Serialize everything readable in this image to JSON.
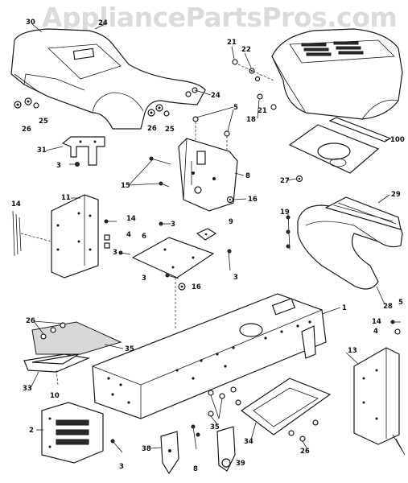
{
  "watermark": "AppliancePartsPros.com",
  "callouts": {
    "c1": "1",
    "c2": "2",
    "c3": "3",
    "c4": "4",
    "c5": "5",
    "c6": "6",
    "c8": "8",
    "c9": "9",
    "c10": "10",
    "c11": "11",
    "c13": "13",
    "c14": "14",
    "c15": "15",
    "c16": "16",
    "c18": "18",
    "c19": "19",
    "c21": "21",
    "c22": "22",
    "c24": "24",
    "c25": "25",
    "c26": "26",
    "c27": "27",
    "c28": "28",
    "c29": "29",
    "c30": "30",
    "c31": "31",
    "c33": "33",
    "c34": "34",
    "c35": "35",
    "c38": "38",
    "c39": "39",
    "c100": "100"
  }
}
